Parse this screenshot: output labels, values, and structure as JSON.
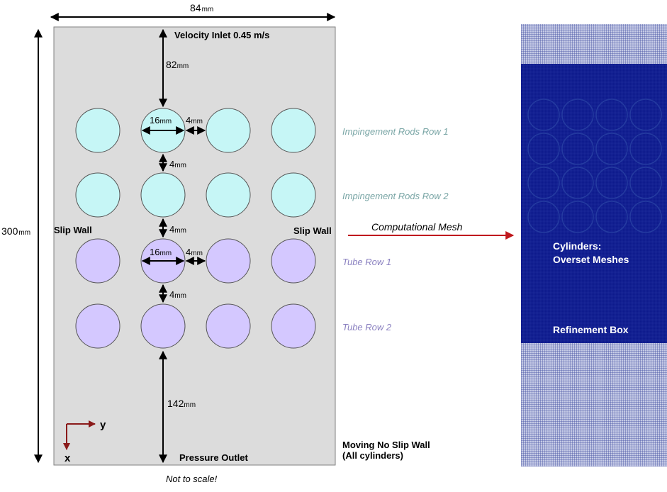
{
  "dimensions": {
    "width": "84",
    "height": "300",
    "unit": "mm"
  },
  "domain_labels": {
    "inlet": "Velocity Inlet 0.45 m/s",
    "outlet": "Pressure Outlet",
    "slip_wall_left": "Slip Wall",
    "slip_wall_right": "Slip Wall",
    "note": "Not to scale!"
  },
  "spacing_labels": {
    "inlet_gap": "82",
    "outlet_gap": "142",
    "diameter_top": "16",
    "diameter_tube": "16",
    "gap_h_top": "4",
    "gap_h_tube": "4",
    "gap_v_1": "4",
    "gap_v_2": "4",
    "gap_v_3": "4"
  },
  "axes": {
    "x": "x",
    "y": "y"
  },
  "rows": [
    {
      "label": "Impingement Rods Row 1",
      "fill": "#c6f6f6",
      "text_color": "#7aa6a6"
    },
    {
      "label": "Impingement Rods Row 2",
      "fill": "#c6f6f6",
      "text_color": "#7aa6a6"
    },
    {
      "label": "Tube Row 1",
      "fill": "#d4c8ff",
      "text_color": "#8a80c0"
    },
    {
      "label": "Tube Row 2",
      "fill": "#d4c8ff",
      "text_color": "#8a80c0"
    }
  ],
  "annotations": {
    "moving_wall_line1": "Moving No Slip Wall",
    "moving_wall_line2": "(All cylinders)",
    "arrow_label": "Computational Mesh"
  },
  "mesh": {
    "label_cylinders_line1": "Cylinders:",
    "label_cylinders_line2": "Overset Meshes",
    "label_refinement": "Refinement Box",
    "fine_color": "#0d1a8c",
    "coarse_color": "#3d4a9e"
  },
  "colors": {
    "domain_fill": "#dcdcdc",
    "arrow_red": "#c0191e",
    "axis_red": "#8a1a1a"
  }
}
